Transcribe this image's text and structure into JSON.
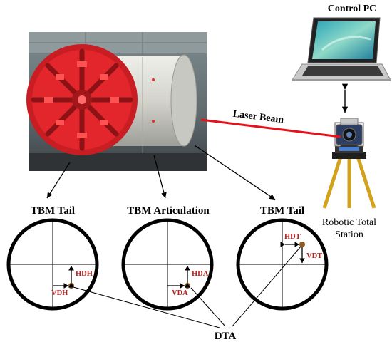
{
  "labels": {
    "control_pc": "Control PC",
    "laser_beam": "Laser Beam",
    "robotic_total_station_line1": "Robotic Total",
    "robotic_total_station_line2": "Station",
    "dta": "DTA"
  },
  "gauges": [
    {
      "title": "TBM Tail",
      "horizontal": "HDH",
      "vertical": "VDH"
    },
    {
      "title": "TBM Articulation",
      "horizontal": "HDA",
      "vertical": "VDA"
    },
    {
      "title": "TBM Tail",
      "horizontal": "HDT",
      "vertical": "VDT"
    }
  ],
  "colors": {
    "laser": "#e8101a",
    "offset_label": "#b3231f",
    "target_dot": "#8a5a1e",
    "cutterhead": "#e3262b",
    "shield_body": "#cfcfc9"
  }
}
